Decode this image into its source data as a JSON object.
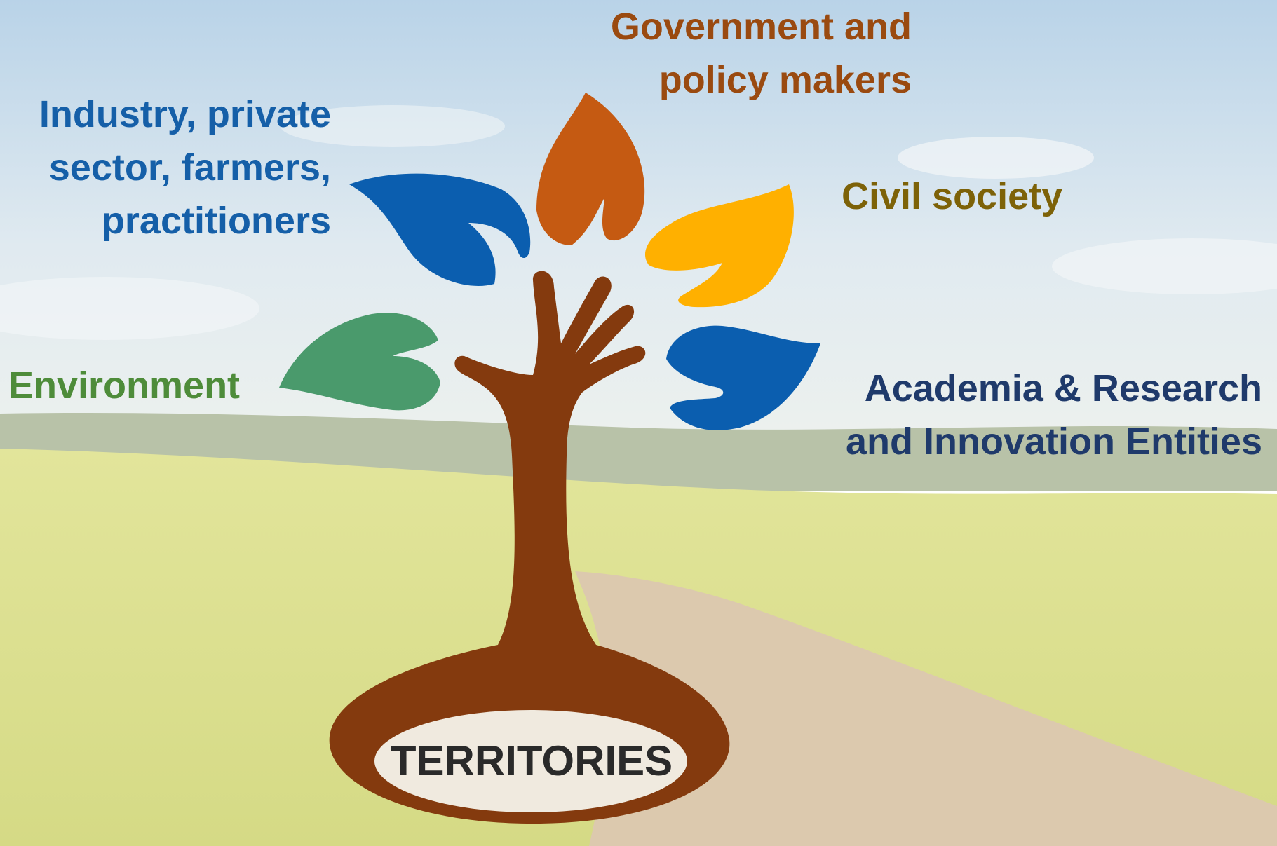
{
  "labels": {
    "government": {
      "lines": [
        "Government and",
        "policy makers"
      ],
      "color": "#9A4A10"
    },
    "industry": {
      "lines": [
        "Industry, private",
        "sector, farmers,",
        "practitioners"
      ],
      "color": "#155FA8"
    },
    "civil_society": {
      "lines": [
        "Civil society"
      ],
      "color": "#7D6208"
    },
    "environment": {
      "lines": [
        "Environment"
      ],
      "color": "#4E8C3A"
    },
    "academia": {
      "lines": [
        "Academia & Research",
        "and Innovation Entities"
      ],
      "color": "#1F3A6B"
    }
  },
  "center": {
    "label": "TERRITORIES",
    "color": "#2A2A2A"
  },
  "colors": {
    "trunk": "#843A0E",
    "leaf_government": "#C55A12",
    "leaf_industry": "#0B5EAF",
    "leaf_civil": "#FFB000",
    "leaf_environment": "#4A9A6C",
    "leaf_academia": "#0B5EAF",
    "sky_top": "#B9D3E8",
    "field": "#DCE08A",
    "path": "#D9C4A6"
  }
}
